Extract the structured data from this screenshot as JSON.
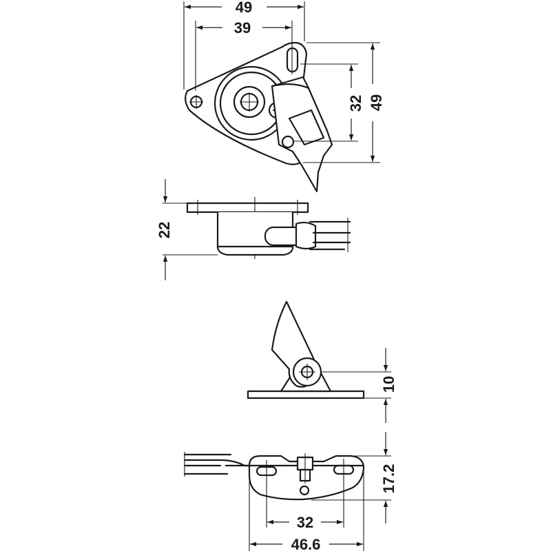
{
  "dimensions": {
    "top_width_outer": "49",
    "top_width_inner": "39",
    "top_height_slot": "32",
    "top_height_total": "49",
    "side_height": "22",
    "lever_height": "10",
    "bottom_height": "17.2",
    "bottom_slot_spacing": "32",
    "bottom_width": "46.6"
  }
}
